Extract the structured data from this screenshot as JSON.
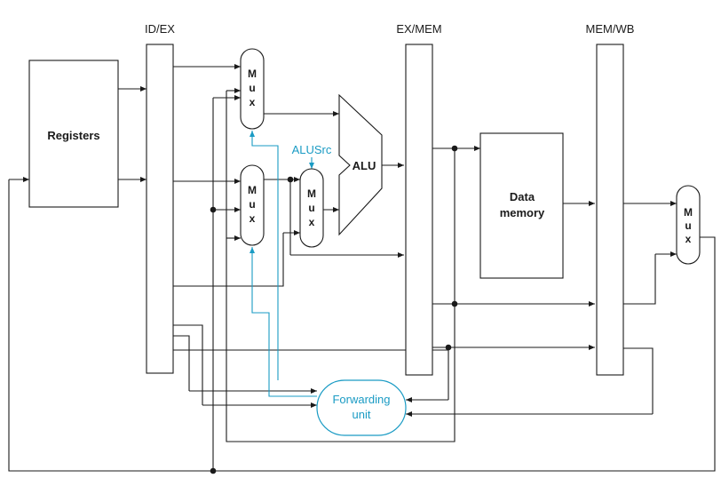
{
  "pipeline_registers": {
    "id_ex": "ID/EX",
    "ex_mem": "EX/MEM",
    "mem_wb": "MEM/WB"
  },
  "blocks": {
    "registers": "Registers",
    "alu": "ALU",
    "data_memory_line1": "Data",
    "data_memory_line2": "memory",
    "forwarding_unit_line1": "Forwarding",
    "forwarding_unit_line2": "unit"
  },
  "control": {
    "alusrc": "ALUSrc"
  },
  "mux": {
    "letters": [
      "M",
      "u",
      "x"
    ]
  },
  "colors": {
    "line": "#1a1a1a",
    "control": "#1a9bc4"
  }
}
